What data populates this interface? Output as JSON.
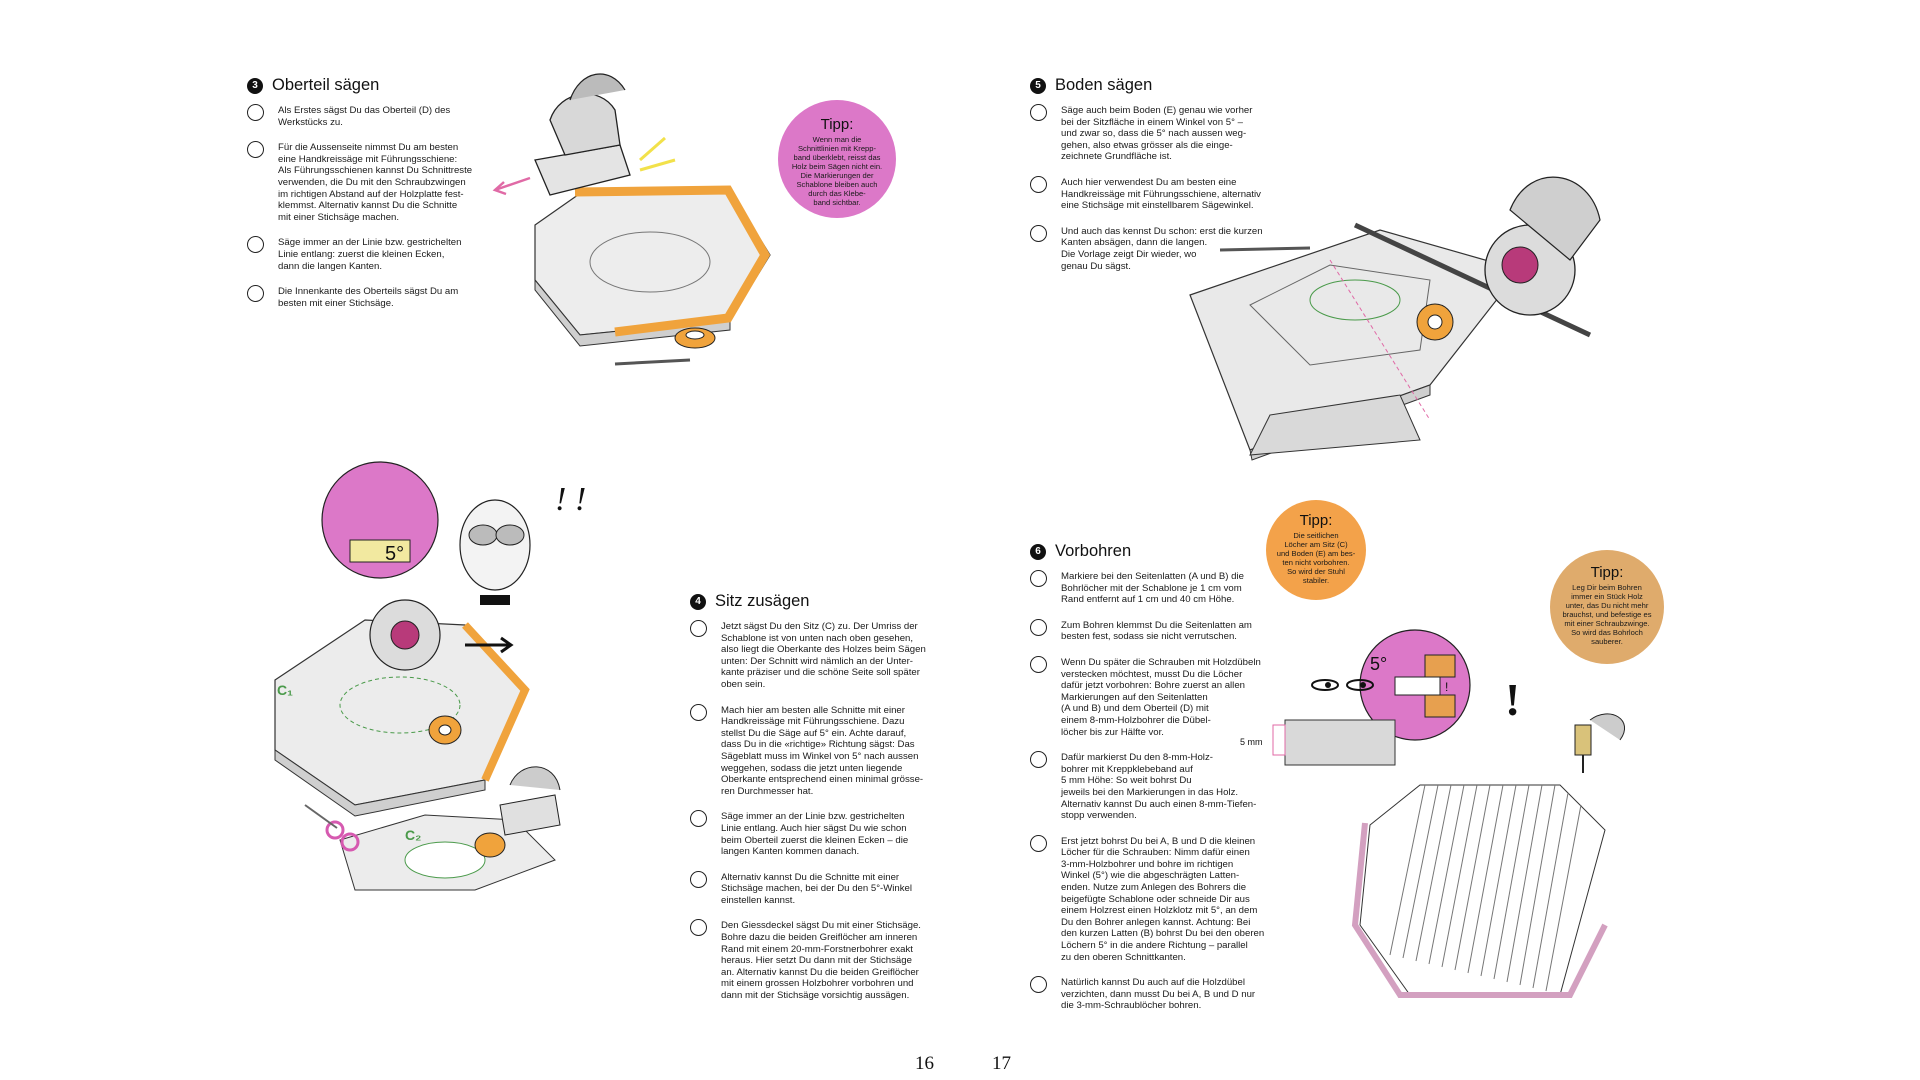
{
  "page": {
    "background": "#ffffff"
  },
  "colors": {
    "accent_orange": "#f0a33c",
    "tipp_pink": "#dc78c8",
    "tipp_orange": "#f3a24a",
    "tipp_tan": "#dfab6c",
    "arrow_pink": "#e06aa6",
    "guide_green": "#4a9a4a",
    "ink": "#111111"
  },
  "sections": {
    "s3": {
      "number": "3",
      "title": "Oberteil sägen",
      "steps": [
        "Als Erstes sägst Du das Oberteil (D) des\nWerkstücks zu.",
        "Für die Aussenseite nimmst Du am besten\neine Handkreissäge mit Führungsschiene:\nAls Führungsschienen kannst Du Schnittreste\nverwenden, die Du mit den Schraubzwingen\nim richtigen Abstand auf der Holzplatte fest-\nklemmst. Alternativ kannst Du die Schnitte\nmit einer Stichsäge machen.",
        "Säge immer an der Linie bzw. gestrichelten\nLinie entlang: zuerst die kleinen Ecken,\ndann die langen Kanten.",
        "Die Innenkante des Oberteils sägst Du am\nbesten mit einer Stichsäge."
      ]
    },
    "s4": {
      "number": "4",
      "title": "Sitz zusägen",
      "steps": [
        "Jetzt sägst Du den Sitz (C) zu. Der Umriss der\nSchablone ist von unten nach oben gesehen,\nalso liegt die Oberkante des Holzes beim Sägen\nunten: Der Schnitt wird nämlich an der Unter-\nkante präziser und die schöne Seite soll später\noben sein.",
        "Mach hier am besten alle Schnitte mit einer\nHandkreissäge mit Führungsschiene. Dazu\nstellst Du die Säge auf 5° ein. Achte darauf,\ndass Du in die «richtige» Richtung sägst: Das\nSägeblatt muss im Winkel von 5° nach aussen\nweggehen, sodass die jetzt unten liegende\nOberkante entsprechend einen minimal grösse-\nren Durchmesser hat.",
        "Säge immer an der Linie bzw. gestrichelten\nLinie entlang. Auch hier sägst Du wie schon\nbeim Oberteil zuerst die kleinen Ecken – die\nlangen Kanten kommen danach.",
        "Alternativ kannst Du die Schnitte mit einer\nStichsäge machen, bei der Du den 5°-Winkel\neinstellen kannst.",
        "Den Giessdeckel sägst Du mit einer Stichsäge.\nBohre dazu die beiden Greiflöcher am inneren\nRand mit einem 20-mm-Forstnerbohrer exakt\nheraus. Hier setzt Du dann mit der Stichsäge\nan. Alternativ kannst Du die beiden Greiflöcher\nmit einem grossen Holzbohrer vorbohren und\ndann mit der Stichsäge vorsichtig aussägen."
      ]
    },
    "s5": {
      "number": "5",
      "title": "Boden sägen",
      "steps": [
        "Säge auch beim Boden (E) genau wie vorher\nbei der Sitzfläche in einem Winkel von 5° –\nund zwar so, dass die 5° nach aussen weg-\ngehen, also etwas grösser als die einge-\nzeichnete Grundfläche ist.",
        "Auch hier verwendest Du am besten eine\nHandkreissäge mit Führungsschiene, alternativ\neine Stichsäge mit einstellbarem Sägewinkel.",
        "Und auch das kennst Du schon: erst die kurzen\nKanten absägen, dann die langen.\nDie Vorlage zeigt Dir wieder, wo\ngenau Du sägst."
      ]
    },
    "s6": {
      "number": "6",
      "title": "Vorbohren",
      "steps": [
        "Markiere bei den Seitenlatten (A und B) die\nBohrlöcher mit der Schablone je 1 cm vom\nRand entfernt auf 1 cm und 40 cm Höhe.",
        "Zum Bohren klemmst Du die Seitenlatten am\nbesten fest, sodass sie nicht verrutschen.",
        "Wenn Du später die Schrauben mit Holzdübeln\nverstecken möchtest, musst Du die Löcher\ndafür jetzt vorbohren: Bohre zuerst an allen\nMarkierungen auf den Seitenlatten\n(A und B) und dem Oberteil (D) mit\neinem 8-mm-Holzbohrer die Dübel-\nlöcher bis zur Hälfte vor.",
        "Dafür markierst Du den 8-mm-Holz-\nbohrer mit Kreppklebeband auf\n5 mm Höhe: So weit bohrst Du\njeweils bei den Markierungen in das Holz.\nAlternativ kannst Du auch einen 8-mm-Tiefen-\nstopp verwenden.",
        "Erst jetzt bohrst Du bei A, B und D die kleinen\nLöcher für die Schrauben: Nimm dafür einen\n3-mm-Holzbohrer und bohre im richtigen\nWinkel (5°) wie die abgeschrägten Latten-\nenden. Nutze zum Anlegen des Bohrers die\nbeigefügte Schablone oder schneide Dir aus\neinem Holzrest einen Holzklotz mit 5°, an dem\nDu den Bohrer anlegen kannst. Achtung: Bei\nden kurzen Latten (B) bohrst Du bei den oberen\nLöchern 5° in die andere Richtung – parallel\nzu den oberen Schnittkanten.",
        "Natürlich kannst Du auch auf die Holzdübel\nverzichten, dann musst Du bei A, B und D nur\ndie 3-mm-Schraublöcher bohren."
      ]
    }
  },
  "tipps": {
    "t1": {
      "title": "Tipp:",
      "text": "Wenn man die\nSchnittlinien mit Krepp-\nband überklebt, reisst das\nHolz beim Sägen nicht ein.\nDie Markierungen der\nSchablone bleiben auch\ndurch das Klebe-\nband sichtbar."
    },
    "t2": {
      "title": "Tipp:",
      "text": "Die seitlichen\nLöcher am Sitz (C)\nund Boden (E) am bes-\nten nicht vorbohren.\nSo wird der Stuhl\nstabiler."
    },
    "t3": {
      "title": "Tipp:",
      "text": "Leg Dir beim Bohren\nimmer ein Stück Holz\nunter, das Du nicht mehr\nbrauchst, und befestige es\nmit einer Schraubzwinge.\nSo wird das Bohrloch\nsauberer."
    }
  },
  "labels": {
    "c1": "C₁",
    "c2": "C₂",
    "five_deg_1": "5°",
    "five_deg_2": "5°",
    "five_mm": "5 mm",
    "exclaim_1": "! !",
    "exclaim_2": "!",
    "exclaim_3": "!"
  },
  "page_numbers": {
    "left": "16",
    "right": "17"
  },
  "icons": [
    "jigsaw-icon",
    "circular-saw-icon",
    "drill-icon",
    "pencil-icon",
    "tape-roll-icon",
    "scissors-icon",
    "goggles-person-icon"
  ]
}
